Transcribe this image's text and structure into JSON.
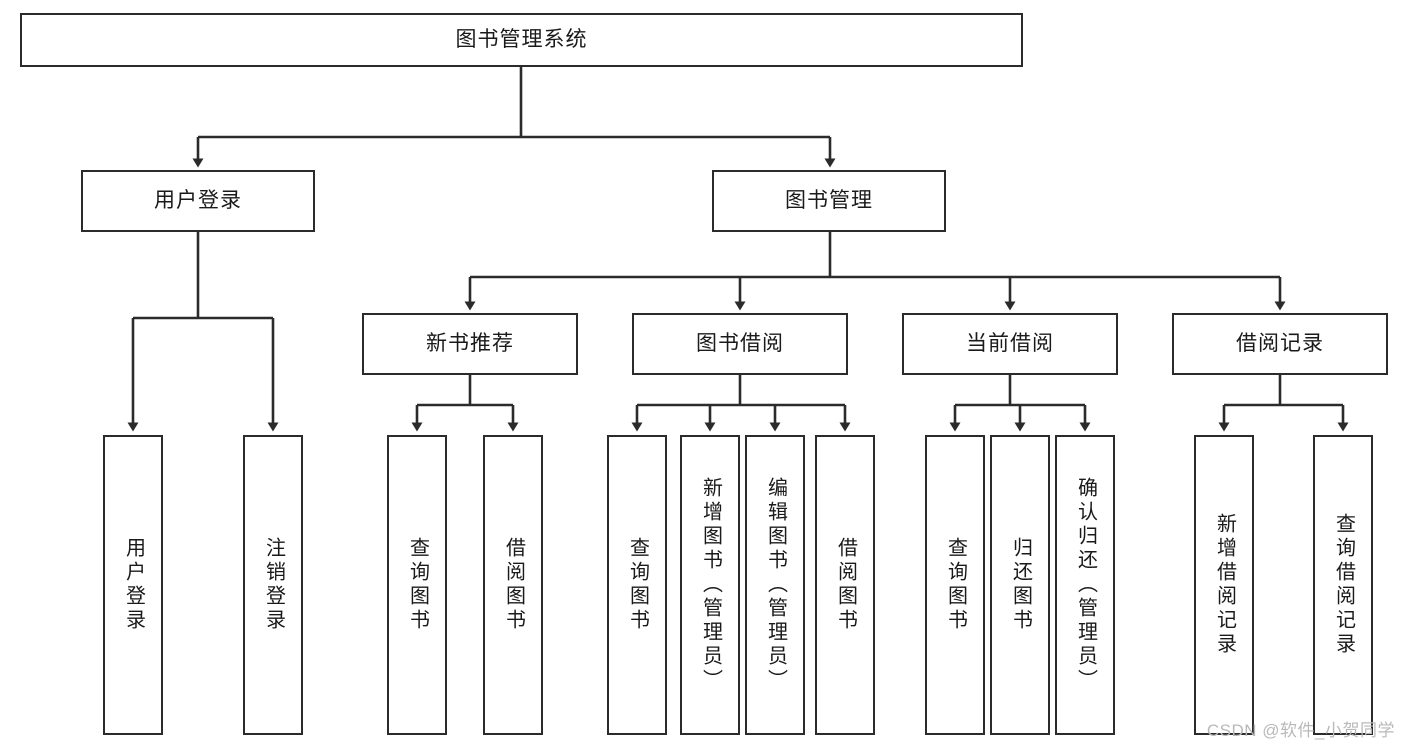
{
  "diagram": {
    "title": "图书管理系统",
    "type": "tree-hierarchy-diagram",
    "style": {
      "box_border_color": "#2b2b2b",
      "box_fill_color": "#ffffff",
      "edge_color": "#2b2b2b",
      "text_color": "#1a1a1a",
      "background": "#ffffff"
    },
    "root": {
      "label": "图书管理系统"
    },
    "level2": [
      {
        "label": "用户登录"
      },
      {
        "label": "图书管理"
      }
    ],
    "level3": [
      {
        "label": "新书推荐"
      },
      {
        "label": "图书借阅"
      },
      {
        "label": "当前借阅"
      },
      {
        "label": "借阅记录"
      }
    ],
    "leaves": {
      "user_login": [
        {
          "label": "用户登录"
        },
        {
          "label": "注销登录"
        }
      ],
      "new_book_recommend": [
        {
          "label": "查询图书"
        },
        {
          "label": "借阅图书"
        }
      ],
      "book_borrow": [
        {
          "label": "查询图书"
        },
        {
          "label": "新增图书（管理员）"
        },
        {
          "label": "编辑图书（管理员）"
        },
        {
          "label": "借阅图书"
        }
      ],
      "current_borrow": [
        {
          "label": "查询图书"
        },
        {
          "label": "归还图书"
        },
        {
          "label": "确认归还（管理员）"
        }
      ],
      "borrow_record": [
        {
          "label": "新增借阅记录"
        },
        {
          "label": "查询借阅记录"
        }
      ]
    }
  },
  "watermark": {
    "text": "CSDN @软件_小贺同学"
  }
}
